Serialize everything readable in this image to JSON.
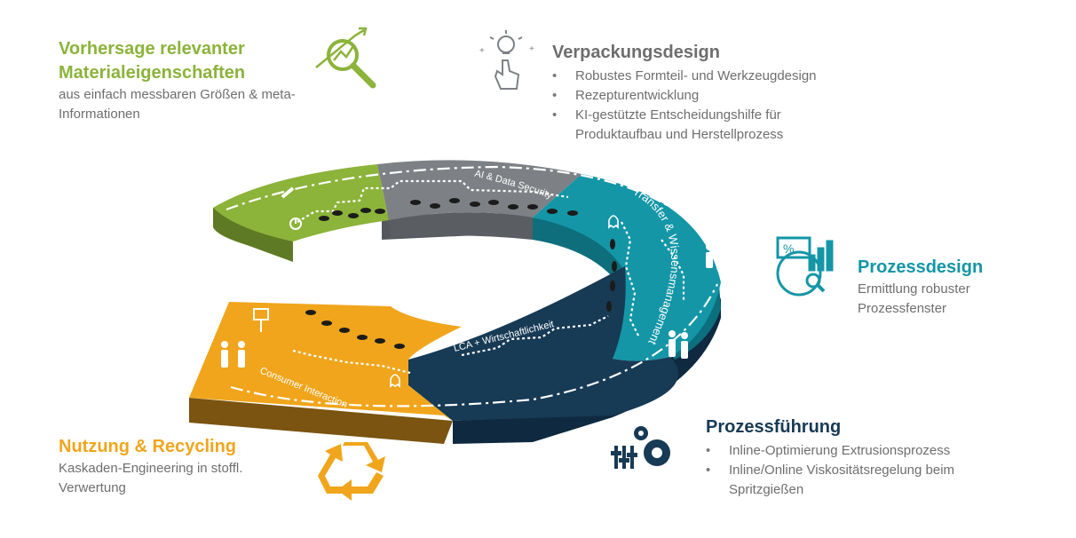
{
  "colors": {
    "green": "#8cb33a",
    "gray": "#7d8185",
    "teal": "#1496a7",
    "navy": "#173a55",
    "orange": "#f0a51c",
    "text_gray": "#6e6e6e"
  },
  "vorhersage": {
    "title_line1": "Vorhersage relevanter",
    "title_line2": "Materialeigenschaften",
    "desc_line1": "aus einfach messbaren Größen  & meta-",
    "desc_line2": "Informationen",
    "icon": "magnifier-chart-icon"
  },
  "verpackung": {
    "title": "Verpackungsdesign",
    "bullets": [
      "Robustes Formteil- und Werkzeugdesign",
      "Rezepturentwicklung",
      "KI-gestützte Entscheidungshilfe für",
      "Produktaufbau und Herstellprozess"
    ],
    "icon": "idea-hand-icon"
  },
  "prozessdesign": {
    "title": "Prozessdesign",
    "desc_line1": "Ermittlung robuster",
    "desc_line2": "Prozessfenster",
    "icon": "analytics-magnifier-icon"
  },
  "prozessfuehrung": {
    "title": "Prozessführung",
    "bullets": [
      "Inline-Optimierung Extrusionsprozess",
      "Inline/Online Viskositätsregelung beim",
      "Spritzgießen"
    ],
    "icon": "gears-sliders-icon"
  },
  "nutzung": {
    "title": "Nutzung & Recycling",
    "desc_line1": "Kaskaden-Engineering in stoffl.",
    "desc_line2": "Verwertung",
    "icon": "recycling-icon"
  },
  "ring": {
    "ai_label": "AI & Data Security",
    "transfer_label": "Transfer & Wissensmanagement",
    "lca_label": "LCA + Wirtschaftlichkeit",
    "consumer_label": "Consumer Interaction"
  }
}
